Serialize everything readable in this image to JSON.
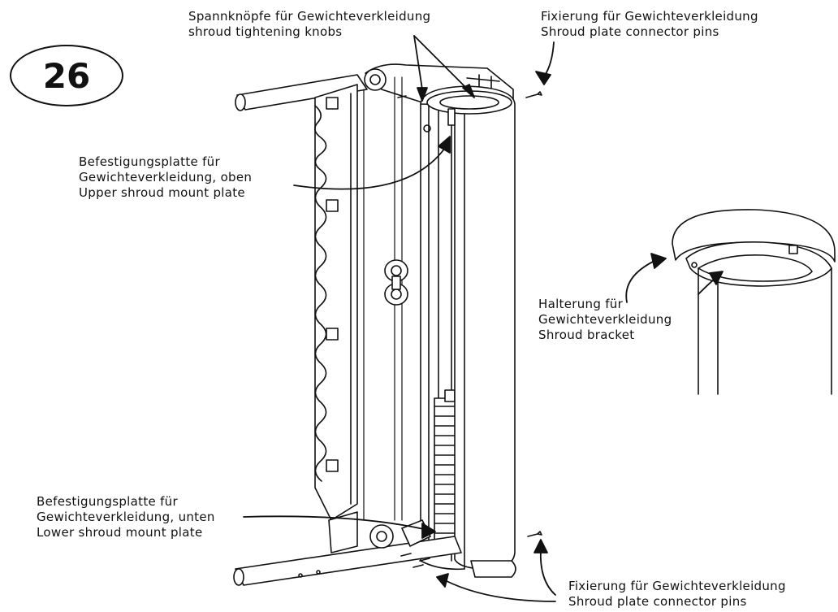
{
  "step": {
    "number": "26"
  },
  "labels": {
    "knobs": {
      "de": "Spannknöpfe für Gewichteverkleidung",
      "en": "shroud tightening knobs"
    },
    "pins_top": {
      "de": "Fixierung für Gewichteverkleidung",
      "en": "Shroud plate connector pins"
    },
    "upper_plate": {
      "de1": "Befestigungsplatte für",
      "de2": "Gewichteverkleidung, oben",
      "en": "Upper shroud mount plate"
    },
    "bracket": {
      "de1": "Halterung für",
      "de2": "Gewichteverkleidung",
      "en": "Shroud bracket"
    },
    "lower_plate": {
      "de1": "Befestigungsplatte für",
      "de2": "Gewichteverkleidung, unten",
      "en": "Lower shroud mount plate"
    },
    "pins_bottom": {
      "de": "Fixierung für Gewichteverkleidung",
      "en": "Shroud plate connector pins"
    }
  },
  "colors": {
    "line": "#111111",
    "background": "#ffffff"
  }
}
